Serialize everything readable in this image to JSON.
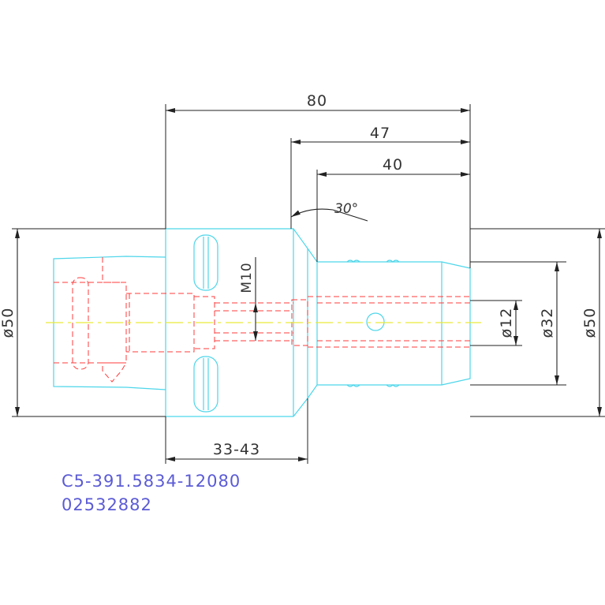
{
  "dimensions": {
    "overall_length": "80",
    "length_47": "47",
    "length_40": "40",
    "angle": "30°",
    "thread": "M10",
    "left_diameter": "ø50",
    "bore_diameter": "ø12",
    "shank_diameter": "ø32",
    "right_diameter": "ø50",
    "adjust_range": "33-43"
  },
  "caption": {
    "part_number": "C5-391.5834-12080",
    "order_code": "02532882"
  },
  "colors": {
    "outline": "#4dd6ea",
    "hidden_lines": "#ff3b3b",
    "center_line": "#e9e93a",
    "dimensions": "#222222",
    "caption_text": "#5b5bd6"
  }
}
